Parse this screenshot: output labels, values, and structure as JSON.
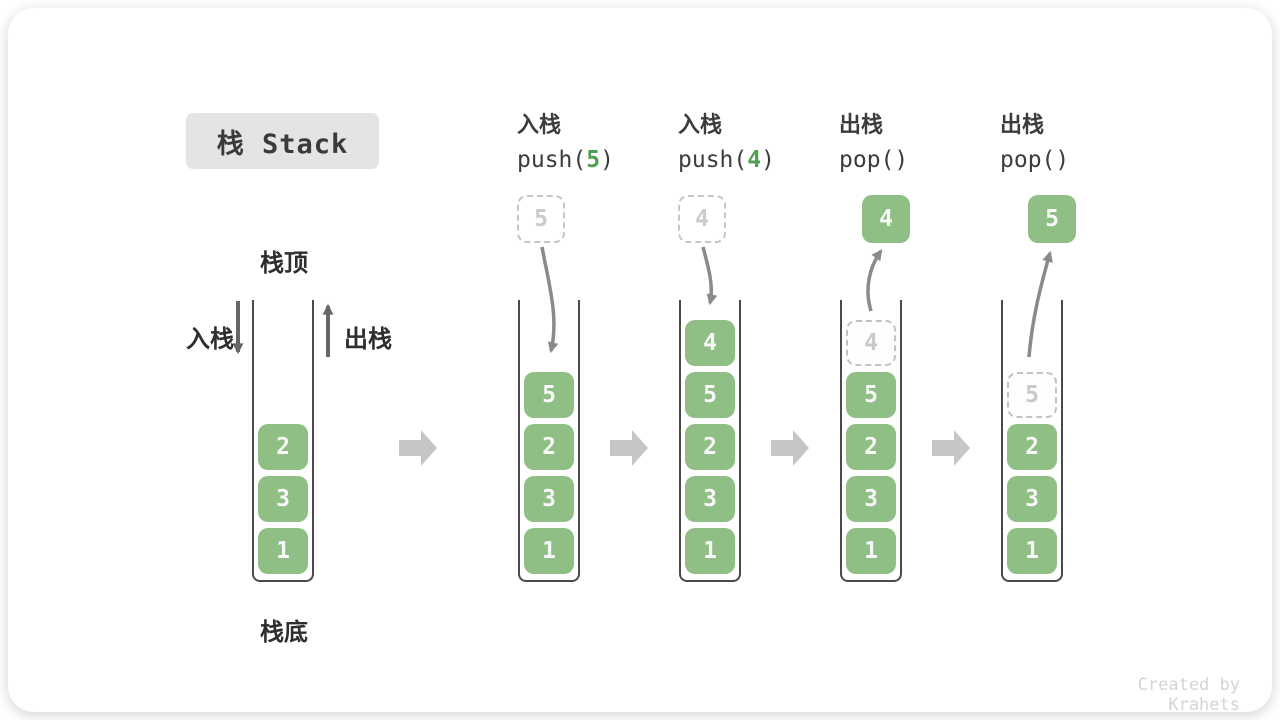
{
  "title": "栈 Stack",
  "watermark": "Created by Krahets",
  "side_labels": {
    "stack_top": "栈顶",
    "stack_bottom": "栈底",
    "push_direction": "入栈",
    "pop_direction": "出栈"
  },
  "operations": [
    {
      "label": "入栈",
      "fn": "push(",
      "arg": "5",
      "close": ")"
    },
    {
      "label": "入栈",
      "fn": "push(",
      "arg": "4",
      "close": ")"
    },
    {
      "label": "出栈",
      "fn": "pop(",
      "arg": "",
      "close": ")"
    },
    {
      "label": "出栈",
      "fn": "pop(",
      "arg": "",
      "close": ")"
    }
  ],
  "floating_values": {
    "push5": "5",
    "push4": "4",
    "pop4": "4",
    "pop5": "5"
  },
  "stacks": [
    {
      "cells": [
        "2",
        "3",
        "1"
      ]
    },
    {
      "cells": [
        "5",
        "2",
        "3",
        "1"
      ]
    },
    {
      "cells": [
        "4",
        "5",
        "2",
        "3",
        "1"
      ]
    },
    {
      "ghost": "4",
      "cells": [
        "5",
        "2",
        "3",
        "1"
      ]
    },
    {
      "ghost": "5",
      "cells": [
        "2",
        "3",
        "1"
      ]
    }
  ],
  "colors": {
    "element_green": "#8fbf84",
    "code_arg_green": "#4fa052",
    "title_badge_bg": "#e4e4e4",
    "ghost_border": "#c2c2c2",
    "step_arrow_gray": "#c6c6c6",
    "flow_arrow_gray": "#8a8a8a"
  }
}
